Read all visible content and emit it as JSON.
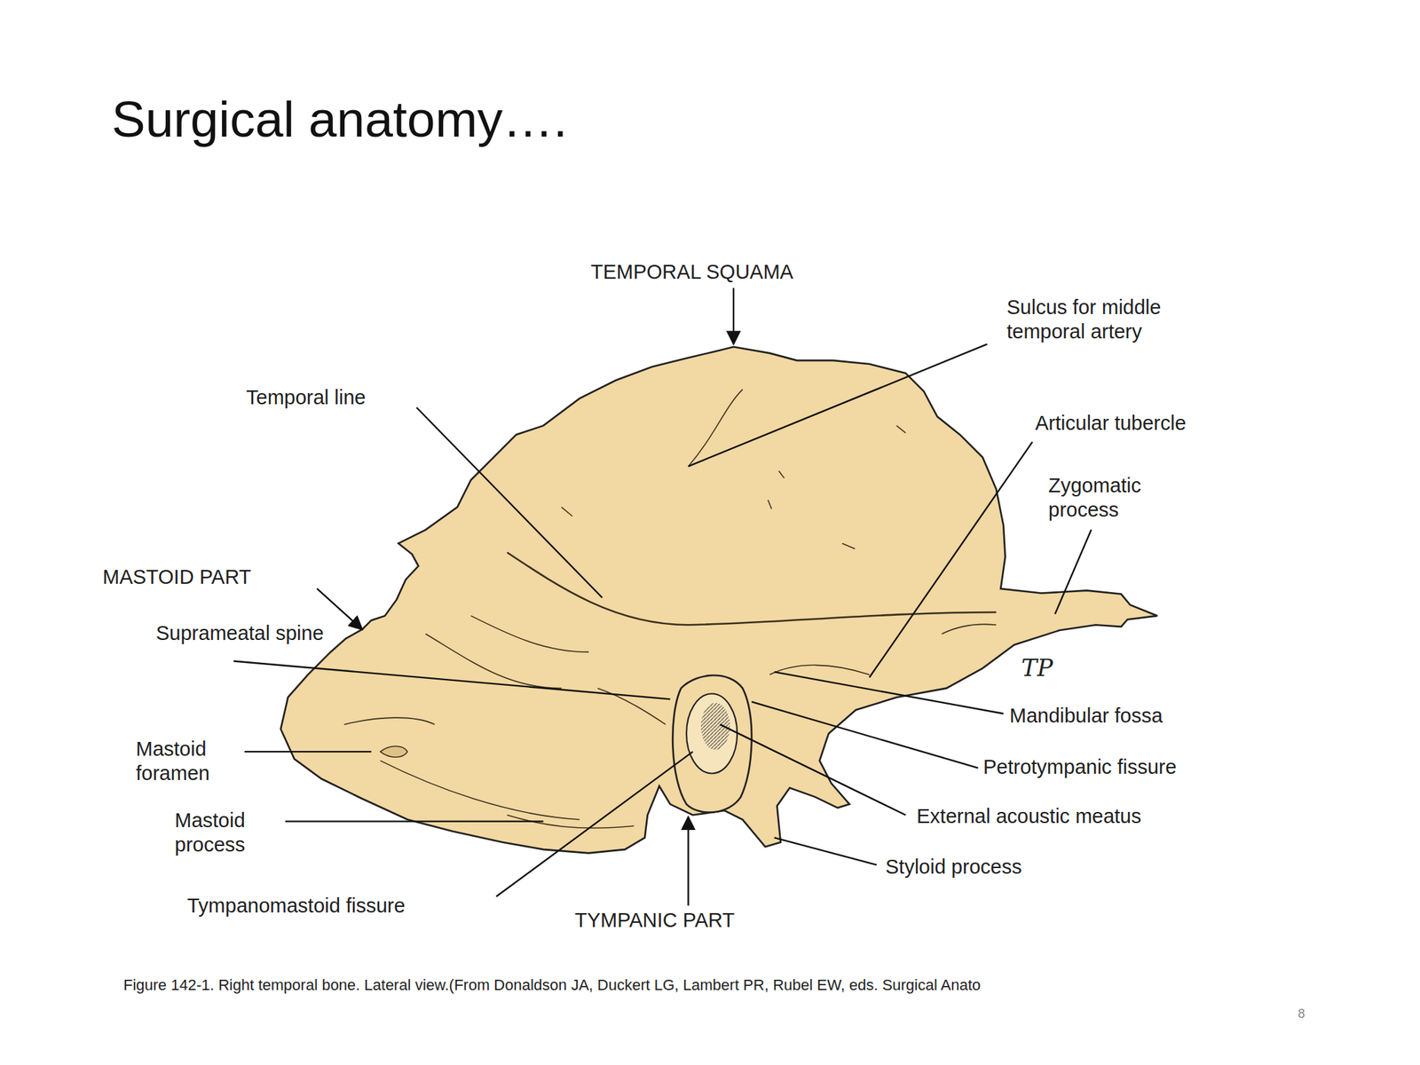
{
  "diagram": {
    "title": "Surgical anatomy….",
    "caption": "Figure 142-1. Right temporal bone. Lateral view.(From Donaldson JA, Duckert LG, Lambert PR, Rubel EW, eds. Surgical Anato",
    "labels": [
      "TEMPORAL SQUAMA",
      "Sulcus for middle temporal artery",
      "Temporal line",
      "Articular tubercle",
      "Zygomatic process",
      "MASTOID PART",
      "Suprameatal spine",
      "Mandibular fossa",
      "Mastoid foramen",
      "Petrotympanic fissure",
      "External acoustic meatus",
      "Mastoid process",
      "Styloid process",
      "Tympanomastoid fissure",
      "TYMPANIC PART",
      "TP",
      "8"
    ]
  }
}
